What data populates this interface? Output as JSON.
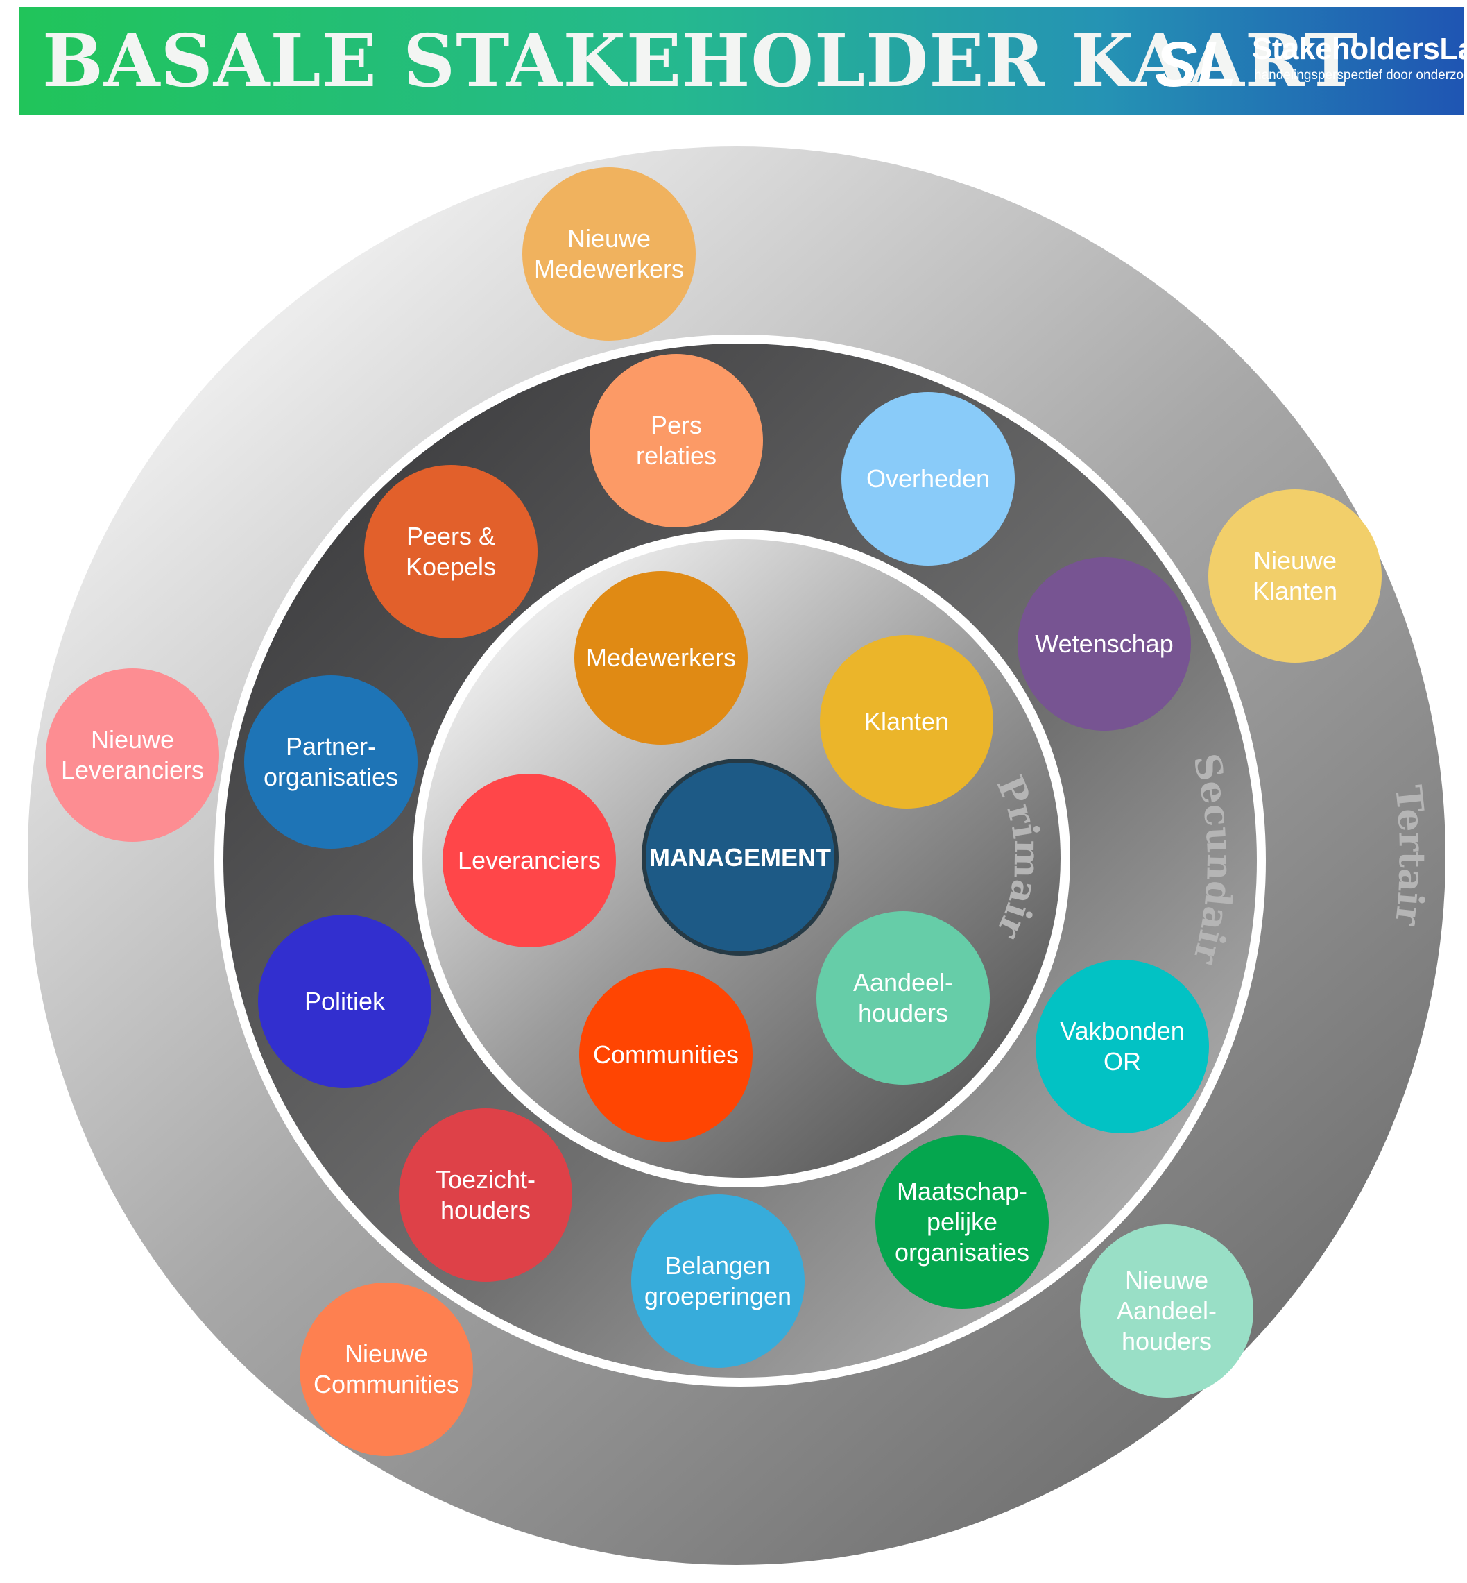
{
  "header": {
    "title": "BASALE STAKEHOLDER KAART",
    "brand": "StakeholdersLab",
    "tagline": "handelingsperspectief door onderzoek",
    "logo_initials": "SL",
    "gradient_colors": [
      "#21c45a",
      "#25b98e",
      "#2593b4",
      "#1f55b3"
    ]
  },
  "rings": {
    "primary": "Primair",
    "secondary": "Secundair",
    "tertiary": "Tertair"
  },
  "center": {
    "label": "MANAGEMENT",
    "color": "#1d5a86"
  },
  "stakeholders": {
    "primary": [
      {
        "id": "medewerkers",
        "lines": [
          "Medewerkers"
        ],
        "color": "#e08a14"
      },
      {
        "id": "klanten",
        "lines": [
          "Klanten"
        ],
        "color": "#ebb52a"
      },
      {
        "id": "aandeelhouders",
        "lines": [
          "Aandeel-",
          "houders"
        ],
        "color": "#66cda8"
      },
      {
        "id": "communities",
        "lines": [
          "Communities"
        ],
        "color": "#ff4502"
      },
      {
        "id": "leveranciers",
        "lines": [
          "Leveranciers"
        ],
        "color": "#ff4649"
      }
    ],
    "secondary": [
      {
        "id": "pers-relaties",
        "lines": [
          "Pers",
          "relaties"
        ],
        "color": "#fc9a66"
      },
      {
        "id": "overheden",
        "lines": [
          "Overheden"
        ],
        "color": "#89cbf9"
      },
      {
        "id": "wetenschap",
        "lines": [
          "Wetenschap"
        ],
        "color": "#775492"
      },
      {
        "id": "vakbonden-or",
        "lines": [
          "Vakbonden",
          "OR"
        ],
        "color": "#02c2c4"
      },
      {
        "id": "maatschappelijke-organisaties",
        "lines": [
          "Maatschap-",
          "pelijke",
          "organisaties"
        ],
        "color": "#05a64e"
      },
      {
        "id": "belangen-groeperingen",
        "lines": [
          "Belangen",
          "groeperingen"
        ],
        "color": "#37acdb"
      },
      {
        "id": "toezichthouders",
        "lines": [
          "Toezicht-",
          "houders"
        ],
        "color": "#de4148"
      },
      {
        "id": "politiek",
        "lines": [
          "Politiek"
        ],
        "color": "#322fcf"
      },
      {
        "id": "partner-organisaties",
        "lines": [
          "Partner-",
          "organisaties"
        ],
        "color": "#1e74b6"
      },
      {
        "id": "peers-koepels",
        "lines": [
          "Peers &",
          "Koepels"
        ],
        "color": "#e2602b"
      }
    ],
    "tertiary": [
      {
        "id": "nieuwe-medewerkers",
        "lines": [
          "Nieuwe",
          "Medewerkers"
        ],
        "color": "#f0b25e"
      },
      {
        "id": "nieuwe-klanten",
        "lines": [
          "Nieuwe",
          "Klanten"
        ],
        "color": "#f2cf6a"
      },
      {
        "id": "nieuwe-aandeelhouders",
        "lines": [
          "Nieuwe",
          "Aandeel-",
          "houders"
        ],
        "color": "#99dfc6"
      },
      {
        "id": "nieuwe-communities",
        "lines": [
          "Nieuwe",
          "Communities"
        ],
        "color": "#fe8050"
      },
      {
        "id": "nieuwe-leveranciers",
        "lines": [
          "Nieuwe",
          "Leveranciers"
        ],
        "color": "#fd8d92"
      }
    ]
  }
}
